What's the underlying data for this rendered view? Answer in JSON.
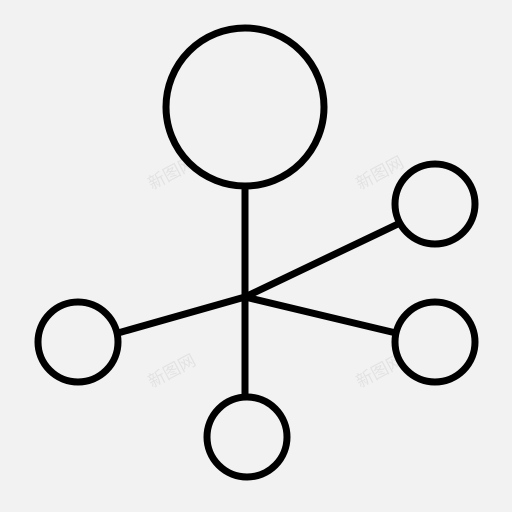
{
  "icon": {
    "name": "network-hub-icon",
    "stroke_color": "#000000",
    "background_color": "#f2f2f2"
  },
  "watermarks": [
    {
      "text": "新图网"
    },
    {
      "text": "新图网"
    },
    {
      "text": "新图网"
    },
    {
      "text": "新图网"
    }
  ]
}
